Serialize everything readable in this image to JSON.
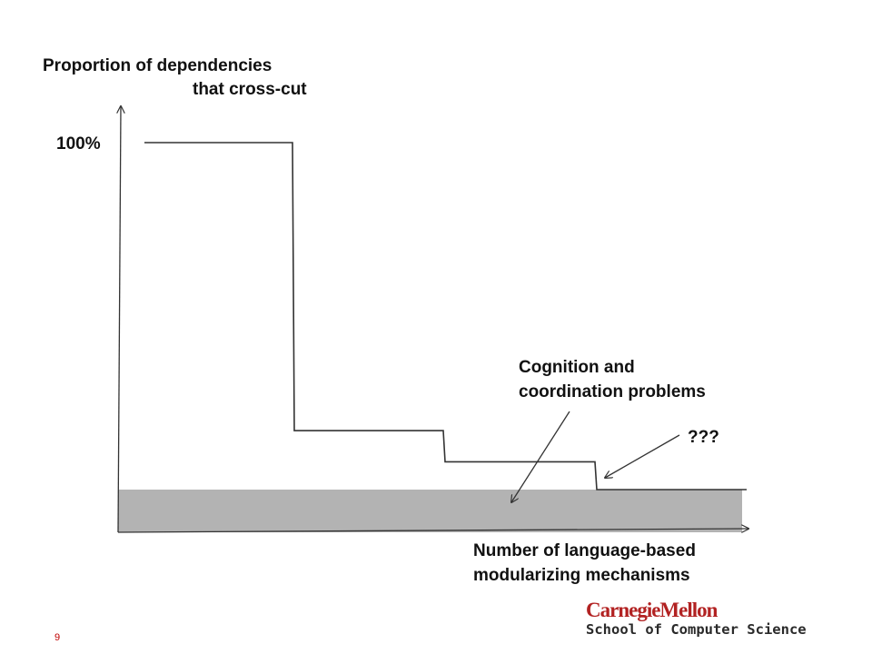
{
  "chart_data": {
    "type": "line",
    "series": [
      {
        "x": [
          0,
          1,
          1,
          2,
          2,
          3,
          3,
          4
        ],
        "y": [
          100,
          100,
          17,
          17,
          8,
          8,
          0,
          0
        ]
      }
    ],
    "ylabel_line1": "Proportion of dependencies",
    "ylabel_line2": "that cross-cut",
    "ytick_label": "100%",
    "xlabel_line1": "Number of language-based",
    "xlabel_line2": "modularizing mechanisms",
    "annotations": [
      {
        "line1": "Cognition and",
        "line2": "coordination problems"
      },
      {
        "line1": "???"
      }
    ],
    "shaded_band_color": "#b3b3b3",
    "grid": false,
    "legend": "none"
  },
  "slide": {
    "page_number": "9"
  },
  "logo": {
    "line1": "CarnegieMellon",
    "line2": "School of Computer Science"
  },
  "colors": {
    "axis": "#333333",
    "line": "#333333",
    "band": "#b3b3b3",
    "logo_red": "#b22222",
    "page_number": "#c00000"
  }
}
